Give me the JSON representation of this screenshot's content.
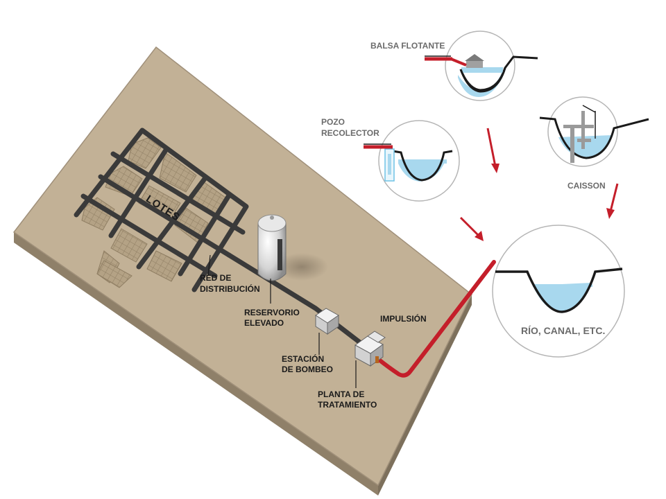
{
  "labels": {
    "lotes": "LOTES",
    "red_line1": "RED DE",
    "red_line2": "DISTRIBUCIÓN",
    "reservorio_line1": "RESERVORIO",
    "reservorio_line2": "ELEVADO",
    "estacion_line1": "ESTACIÓN",
    "estacion_line2": "DE BOMBEO",
    "planta_line1": "PLANTA DE",
    "planta_line2": "TRATAMIENTO",
    "impulsion": "IMPULSIÓN",
    "balsa": "BALSA FLOTANTE",
    "pozo_line1": "POZO",
    "pozo_line2": "RECOLECTOR",
    "caisson": "CAISSON",
    "rio": "RÍO, CANAL, ETC."
  },
  "colors": {
    "ground": "#c2b196",
    "ground_edge": "#8f8069",
    "pipe_network": "#3a3a3a",
    "impulsion_pipe": "#c41e2a",
    "water": "#a8d8ee",
    "arrow": "#c41e2a",
    "lot_fill": "#a8957a"
  }
}
